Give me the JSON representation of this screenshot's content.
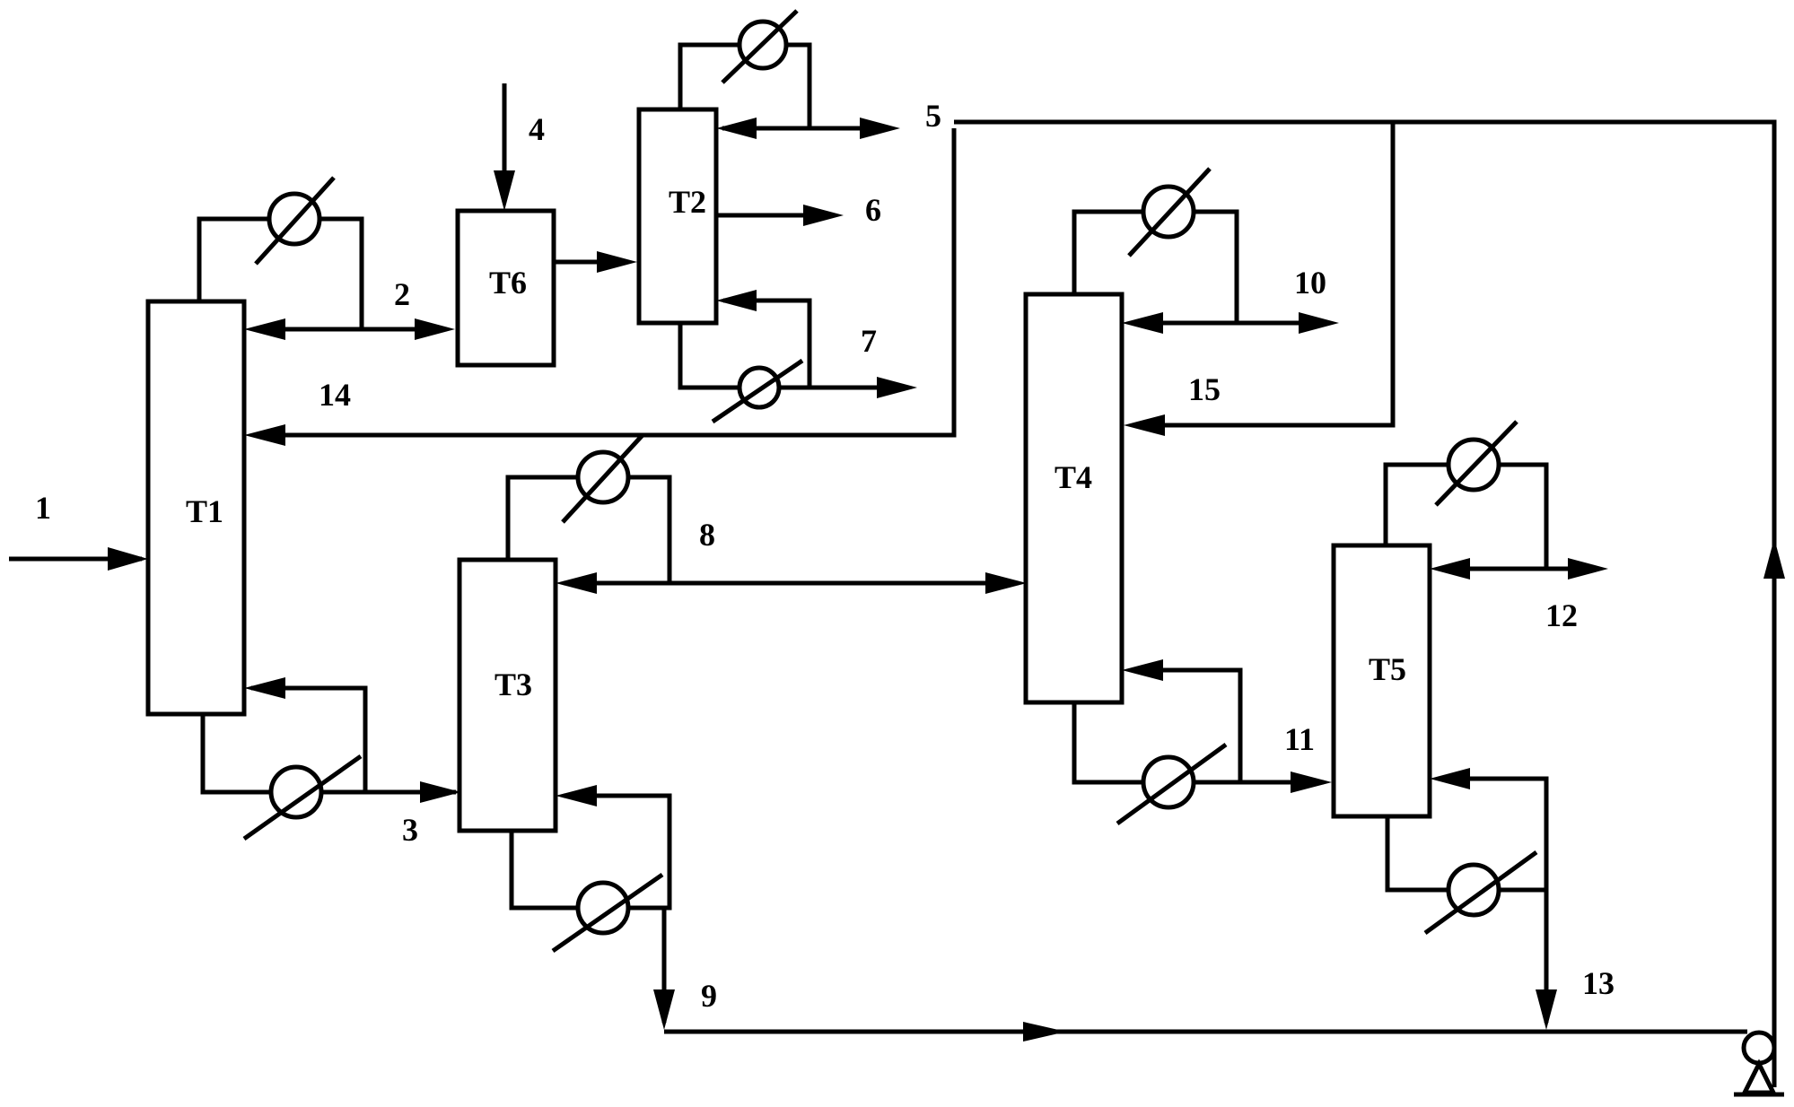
{
  "units": [
    {
      "id": "T1",
      "label": "T1"
    },
    {
      "id": "T2",
      "label": "T2"
    },
    {
      "id": "T3",
      "label": "T3"
    },
    {
      "id": "T4",
      "label": "T4"
    },
    {
      "id": "T5",
      "label": "T5"
    },
    {
      "id": "T6",
      "label": "T6"
    }
  ],
  "streams": [
    "1",
    "2",
    "3",
    "4",
    "5",
    "6",
    "7",
    "8",
    "9",
    "10",
    "11",
    "12",
    "13",
    "14",
    "15"
  ],
  "style": {
    "line_color": "#000000",
    "background": "#ffffff"
  }
}
